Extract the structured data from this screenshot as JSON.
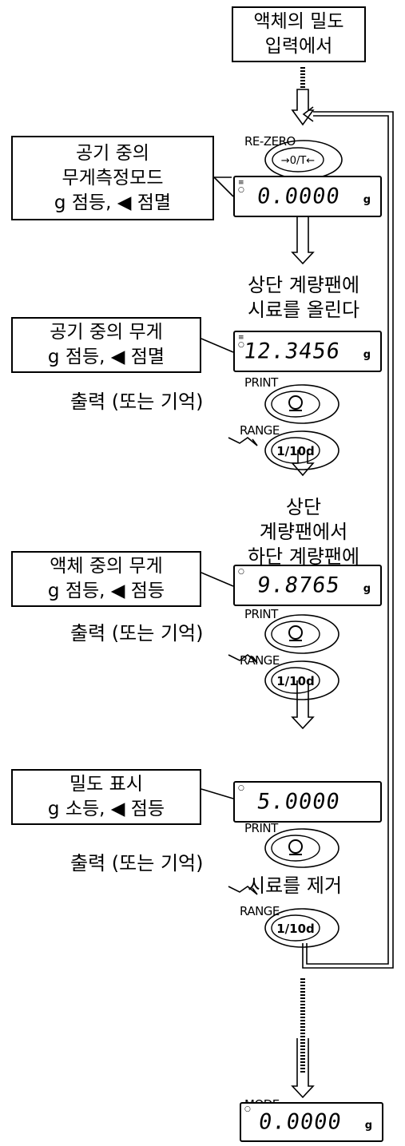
{
  "start_box": {
    "line1": "액체의 밀도",
    "line2": "입력에서"
  },
  "buttons": {
    "rezero": {
      "label": "RE-ZERO",
      "key": "→0/T←"
    },
    "print": {
      "label": "PRINT"
    },
    "range": {
      "label": "RANGE",
      "key": "1/10d"
    },
    "mode": {
      "label": "MODE"
    }
  },
  "step1": {
    "box": {
      "line1": "공기 중의",
      "line2": "무게측정모드",
      "line3": "g 점등, ◀ 점멸"
    },
    "display": {
      "value": "0.0000",
      "unit": "g"
    }
  },
  "instruction_upper": {
    "line1": "상단 계량팬에",
    "line2": "시료를 올린다"
  },
  "step2": {
    "box": {
      "line1": "공기 중의 무게",
      "line2": "g 점등, ◀ 점멸"
    },
    "display": {
      "value": "12.3456",
      "unit": "g"
    },
    "output": "출력 (또는 기억)"
  },
  "instruction_move": {
    "line1": "상단",
    "line2": "계량팬에서",
    "line3": "하단 계량팬에"
  },
  "step3": {
    "box": {
      "line1": "액체 중의 무게",
      "line2": "g 점등, ◀ 점등"
    },
    "display": {
      "value": "9.8765",
      "unit": "g"
    },
    "output": "출력 (또는 기억)"
  },
  "step4": {
    "box": {
      "line1": "밀도 표시",
      "line2": "g 소등, ◀ 점등"
    },
    "display": {
      "value": "5.0000",
      "unit": ""
    },
    "output": "출력 (또는 기억)"
  },
  "instruction_remove": "시료를 제거",
  "final_display": {
    "value": "0.0000",
    "unit": "g"
  }
}
